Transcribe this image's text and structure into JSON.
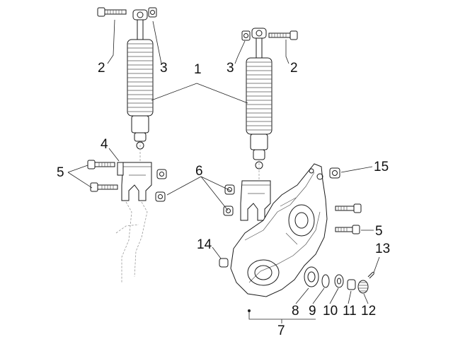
{
  "diagram": {
    "callouts": {
      "c1": "1",
      "c2_left": "2",
      "c2_right": "2",
      "c3_left": "3",
      "c3_right": "3",
      "c4": "4",
      "c5_left": "5",
      "c5_right": "5",
      "c6": "6",
      "c7": "7",
      "c8": "8",
      "c9": "9",
      "c10": "10",
      "c11": "11",
      "c12": "12",
      "c13": "13",
      "c14": "14",
      "c15": "15"
    }
  }
}
